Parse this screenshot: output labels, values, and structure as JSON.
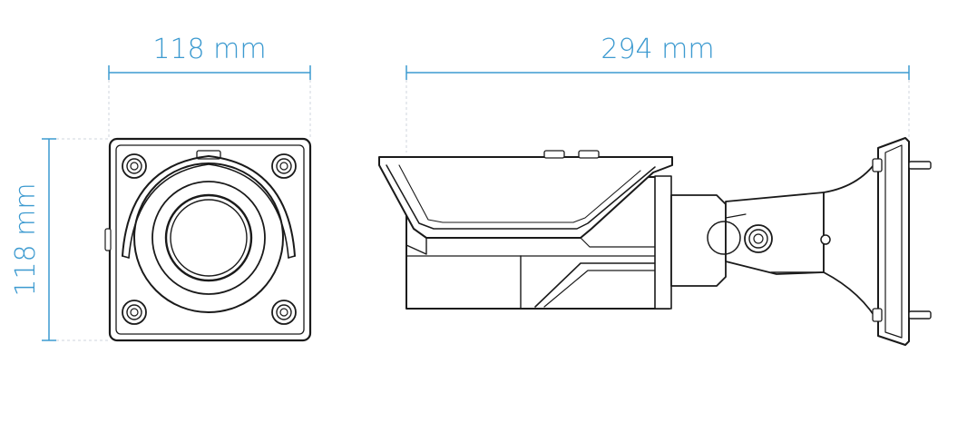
{
  "dimensions": {
    "front_width": "118 mm",
    "side_length": "294 mm",
    "front_height": "118 mm"
  },
  "colors": {
    "dimension": "#3c9ad0",
    "outline": "#1a1a1a",
    "guide": "#cfd6dc"
  }
}
